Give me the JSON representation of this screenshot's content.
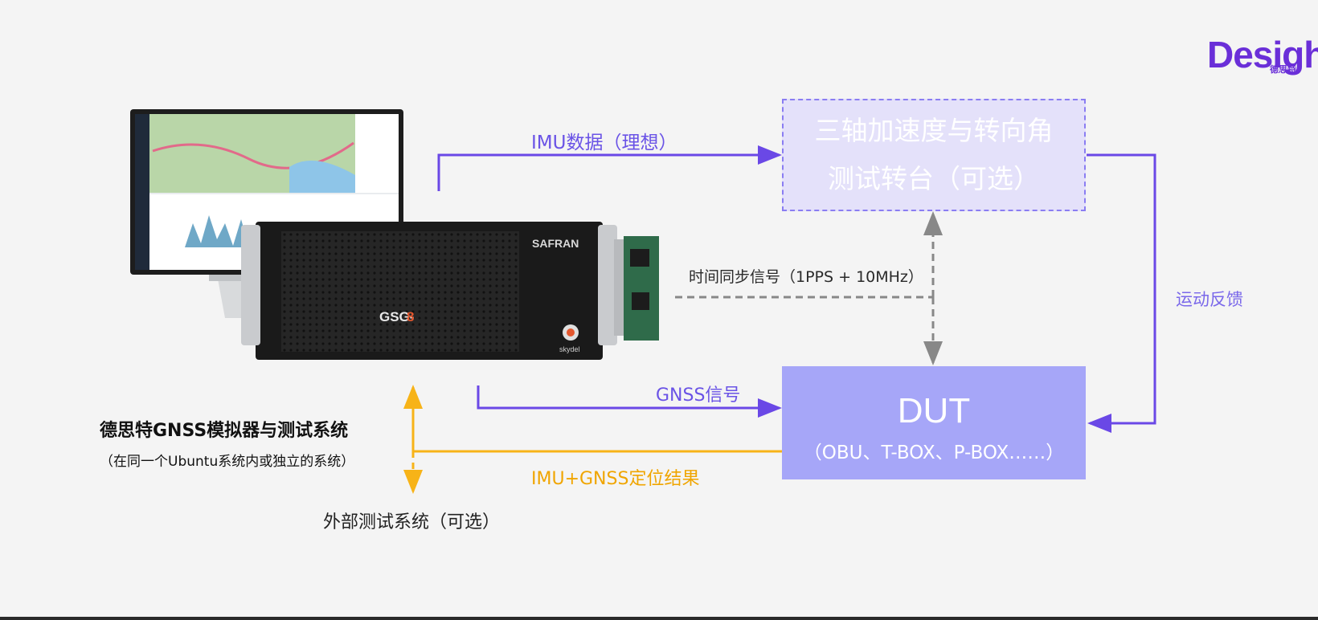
{
  "logo": {
    "wordmark": "Desight",
    "subtitle": "德思特",
    "brand_color": "#6a2fd8"
  },
  "boxes": {
    "turntable": {
      "line1": "三轴加速度与转向角",
      "line2": "测试转台（可选）"
    },
    "dut": {
      "title": "DUT",
      "subtitle": "（OBU、T-BOX、P-BOX……）"
    }
  },
  "labels": {
    "imu_data": "IMU数据（理想）",
    "time_sync": "时间同步信号（1PPS + 10MHz）",
    "motion_feedback": "运动反馈",
    "gnss_signal": "GNSS信号",
    "imu_gnss_result": "IMU+GNSS定位结果",
    "external_system": "外部测试系统（可选）"
  },
  "system": {
    "title": "德思特GNSS模拟器与测试系统",
    "note": "（在同一个Ubuntu系统内或独立的系统）"
  },
  "hardware": {
    "simulator_model_prefix": "GSG-",
    "simulator_model_num": "8",
    "vendor": "SAFRAN",
    "software": "skydel"
  },
  "colors": {
    "purple_line": "#6a48e6",
    "orange_line": "#f7b318",
    "gray_dash": "#888888",
    "dut_fill": "#a6a6f8",
    "turntable_fill": "#e4e1fa"
  }
}
